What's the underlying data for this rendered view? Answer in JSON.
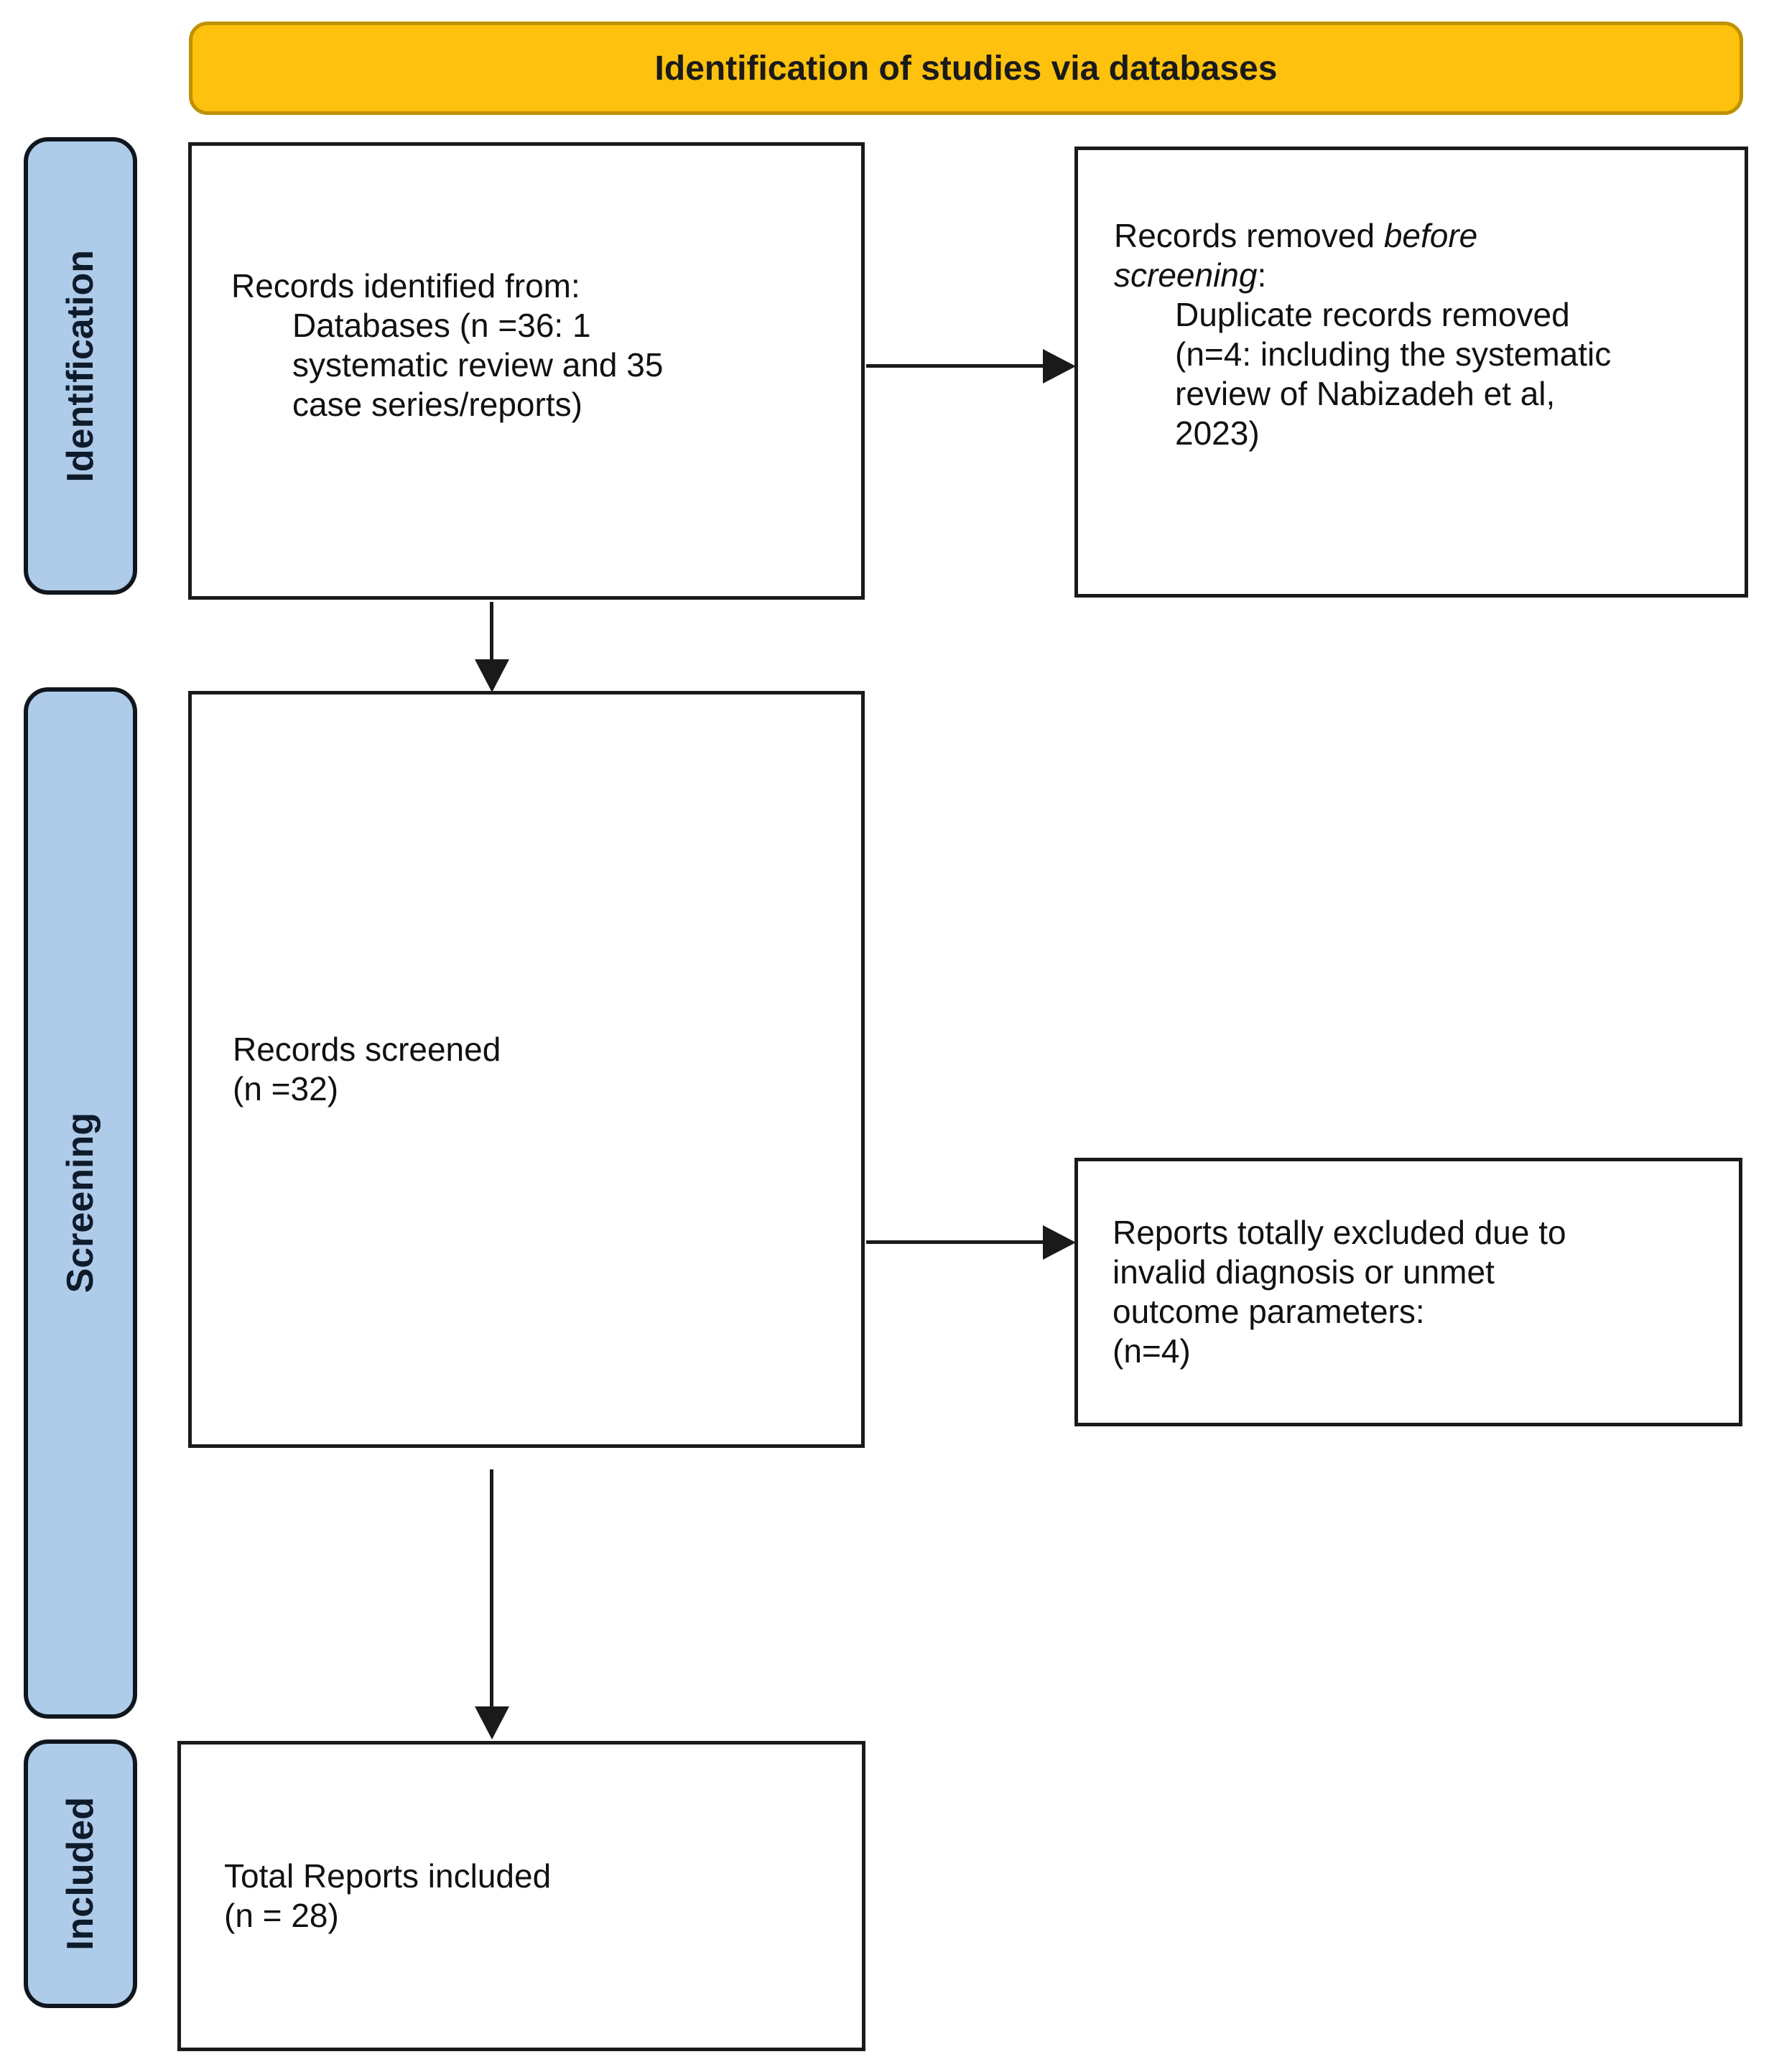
{
  "banner": {
    "label": "Identification of studies via databases"
  },
  "sidebar": {
    "items": [
      {
        "label": "Identification"
      },
      {
        "label": "Screening"
      },
      {
        "label": "Included"
      }
    ]
  },
  "boxes": {
    "records_identified": {
      "line1": "Records identified from:",
      "line2": "Databases (n =36: 1",
      "line3": "systematic review and 35",
      "line4": "case series/reports)"
    },
    "records_removed": {
      "line1_normal": "Records removed ",
      "line1_italic": "before",
      "line2_italic": "screening",
      "line2_colon": ":",
      "line3": "Duplicate records removed",
      "line4": "(n=4: including the systematic",
      "line5": "review of Nabizadeh et al,",
      "line6": "2023)"
    },
    "records_screened": {
      "line1": "Records screened",
      "line2": "(n =32)"
    },
    "reports_excluded": {
      "line1": "Reports totally excluded due to",
      "line2": "invalid diagnosis or unmet",
      "line3": "outcome parameters:",
      "line4": "(n=4)"
    },
    "total_included": {
      "line1": "Total Reports included",
      "line2": "(n = 28)"
    }
  },
  "colors": {
    "banner_fill": "#FEC10D",
    "banner_border": "#BF9000",
    "sidebar_fill": "#AECBE9"
  }
}
